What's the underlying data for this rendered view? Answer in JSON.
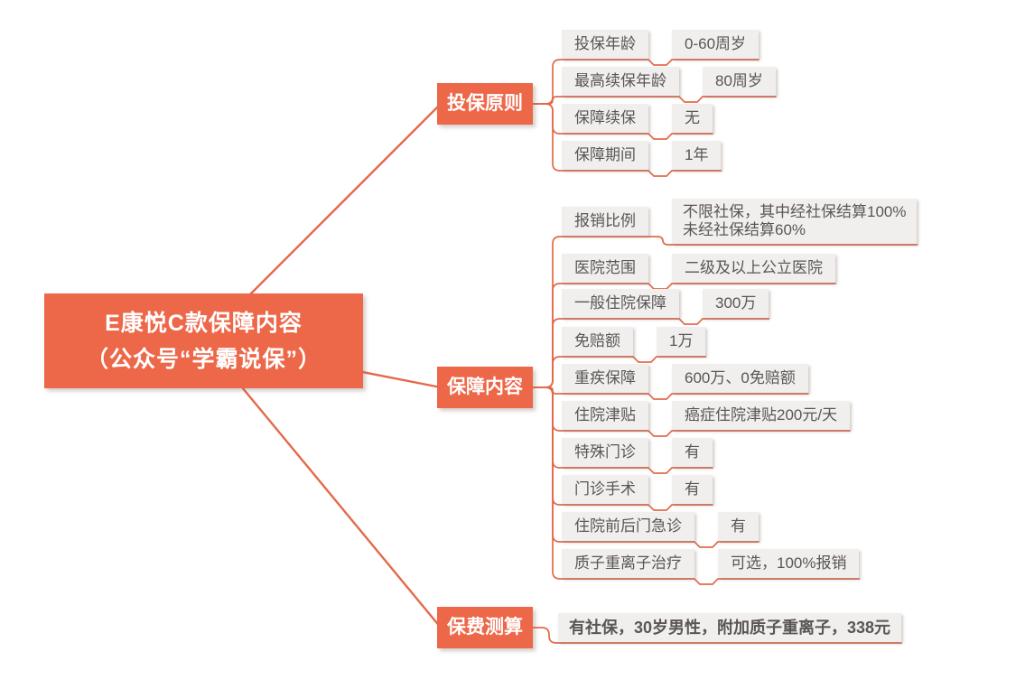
{
  "root": {
    "line1": "E康悦C款保障内容",
    "line2": "（公众号“学霸说保”）"
  },
  "branches": [
    {
      "label": "投保原则",
      "children": [
        {
          "label": "投保年龄",
          "value": "0-60周岁"
        },
        {
          "label": "最高续保年龄",
          "value": "80周岁"
        },
        {
          "label": "保障续保",
          "value": "无"
        },
        {
          "label": "保障期间",
          "value": "1年"
        }
      ]
    },
    {
      "label": "保障内容",
      "children": [
        {
          "label": "报销比例",
          "value_line1": "不限社保，其中经社保结算100%",
          "value_line2": "未经社保结算60%"
        },
        {
          "label": "医院范围",
          "value": "二级及以上公立医院"
        },
        {
          "label": "一般住院保障",
          "value": "300万"
        },
        {
          "label": "免赔额",
          "value": "1万"
        },
        {
          "label": "重疾保障",
          "value": "600万、0免赔额"
        },
        {
          "label": "住院津贴",
          "value": "癌症住院津贴200元/天"
        },
        {
          "label": "特殊门诊",
          "value": "有"
        },
        {
          "label": "门诊手术",
          "value": "有"
        },
        {
          "label": "住院前后门急诊",
          "value": "有"
        },
        {
          "label": "质子重离子治疗",
          "value": "可选，100%报销"
        }
      ]
    },
    {
      "label": "保费测算",
      "children": [
        {
          "value": "有社保，30岁男性，附加质子重离子，338元"
        }
      ]
    }
  ],
  "colors": {
    "topic_bg": "#ed6749",
    "topic_text": "#ffffff",
    "connector": "#e4694a",
    "child_bg": "#f1efed",
    "child_text": "#595655",
    "canvas_bg": "#ffffff"
  }
}
